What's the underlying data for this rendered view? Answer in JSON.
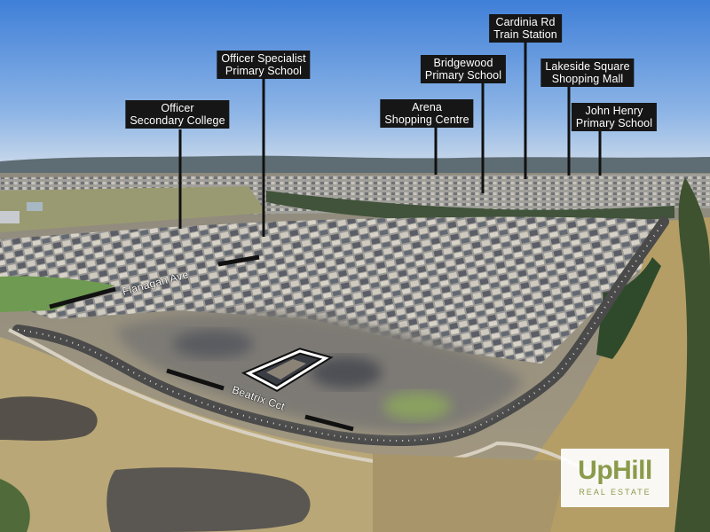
{
  "callouts": [
    {
      "id": "officer-secondary",
      "line1": "Officer",
      "line2": "Secondary College"
    },
    {
      "id": "officer-specialist",
      "line1": "Officer Specialist",
      "line2": "Primary School"
    },
    {
      "id": "cardinia-rd",
      "line1": "Cardinia Rd",
      "line2": "Train Station"
    },
    {
      "id": "bridgewood",
      "line1": "Bridgewood",
      "line2": "Primary School"
    },
    {
      "id": "arena",
      "line1": "Arena",
      "line2": "Shopping Centre"
    },
    {
      "id": "lakeside",
      "line1": "Lakeside Square",
      "line2": "Shopping Mall"
    },
    {
      "id": "john-henry",
      "line1": "John Henry",
      "line2": "Primary School"
    }
  ],
  "streets": {
    "flanagan": "Flanagan Ave",
    "beatrix": "Beatrix Cct"
  },
  "logo": {
    "word": "UpHill",
    "subtitle": "REAL ESTATE",
    "color": "#8a9b4a"
  },
  "colors": {
    "sky": "#4f86d6",
    "label_bg": "#161616",
    "grass": "#b9a777",
    "water": "#56504a"
  }
}
